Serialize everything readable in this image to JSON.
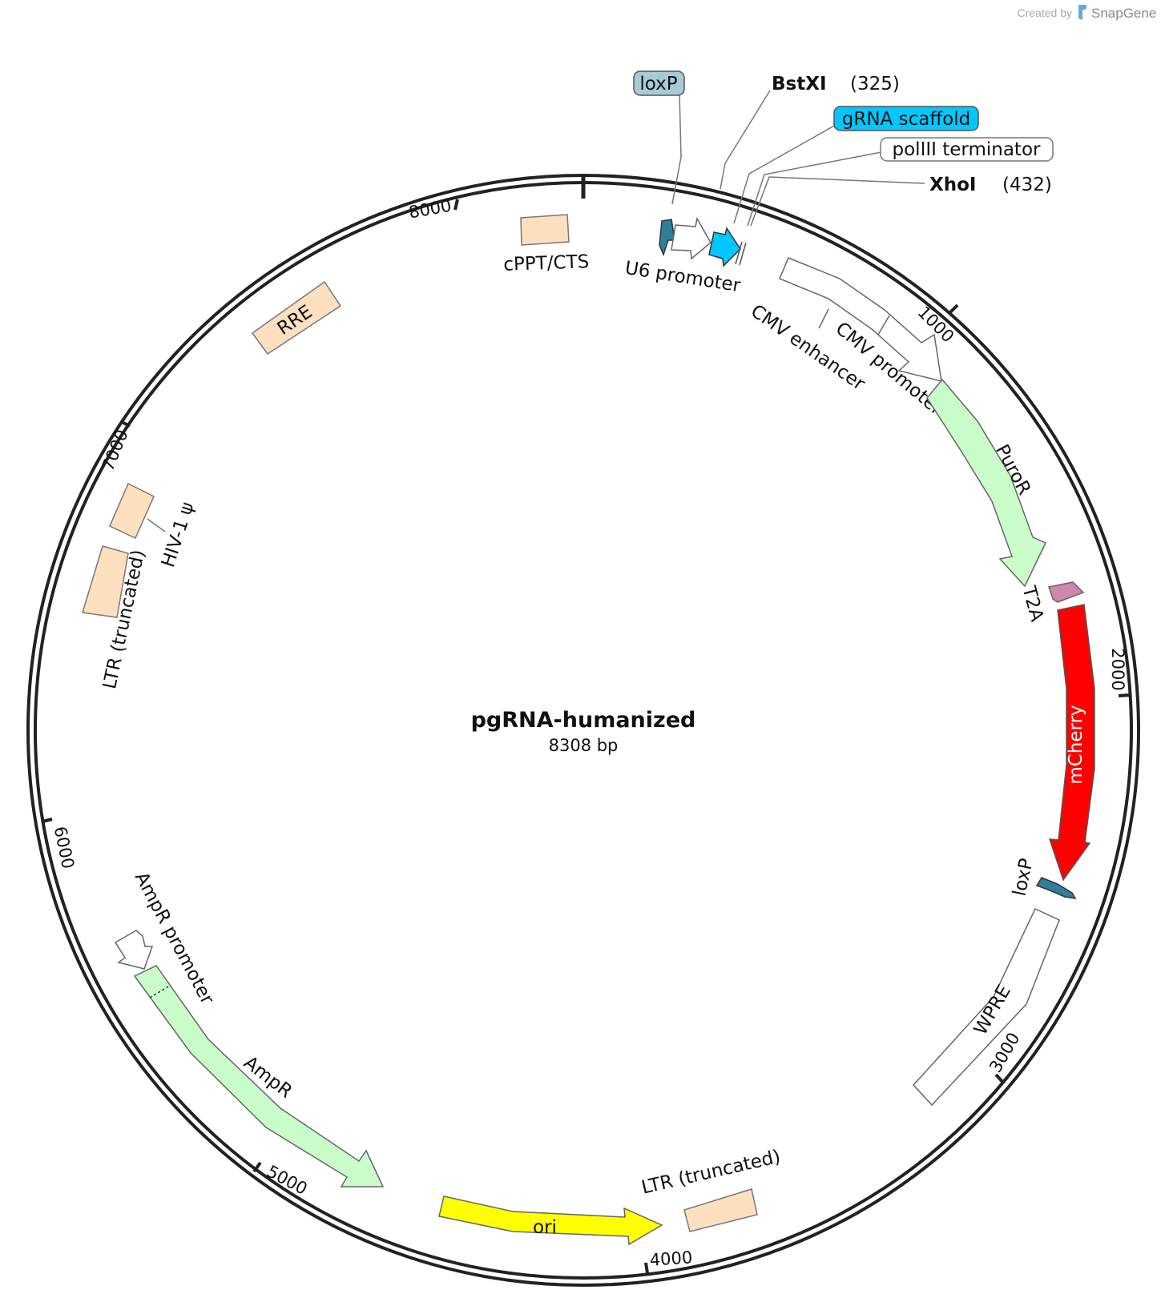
{
  "credit": {
    "prefix": "Created by",
    "brand": "SnapGene"
  },
  "plasmid": {
    "name": "pgRNA-humanized",
    "size": "8308 bp"
  },
  "ticks": [
    "1000",
    "2000",
    "3000",
    "4000",
    "5000",
    "6000",
    "7000",
    "8000"
  ],
  "features": {
    "cppt": "cPPT/CTS",
    "u6": "U6 promoter",
    "cmv_enhancer": "CMV enhancer",
    "cmv_promoter": "CMV promoter",
    "puror": "PuroR",
    "t2a": "T2A",
    "mcherry": "mCherry",
    "loxp2": "loxP",
    "wpre": "WPRE",
    "ltr_bottom": "LTR (truncated)",
    "ori": "ori",
    "ampr": "AmpR",
    "ampr_promoter": "AmpR promoter",
    "ltr_left": "LTR (truncated)",
    "hiv": "HIV-1 ψ",
    "rre": "RRE"
  },
  "callouts": {
    "loxp": "loxP",
    "bstxi": {
      "name": "BstXI",
      "pos": "(325)"
    },
    "grna": "gRNA scaffold",
    "poliii": "polIII terminator",
    "xhoi": {
      "name": "XhoI",
      "pos": "(432)"
    }
  },
  "colors": {
    "loxp": "#2f7f98",
    "loxp_box": "#a7ccd6",
    "grna": "#00c8ff",
    "puror": "#c9fcc9",
    "t2a": "#cc88aa",
    "mcherry": "#ff0000",
    "ori": "#ffff00",
    "ampr": "#c9fcc9",
    "misc": "#fde0c0"
  }
}
